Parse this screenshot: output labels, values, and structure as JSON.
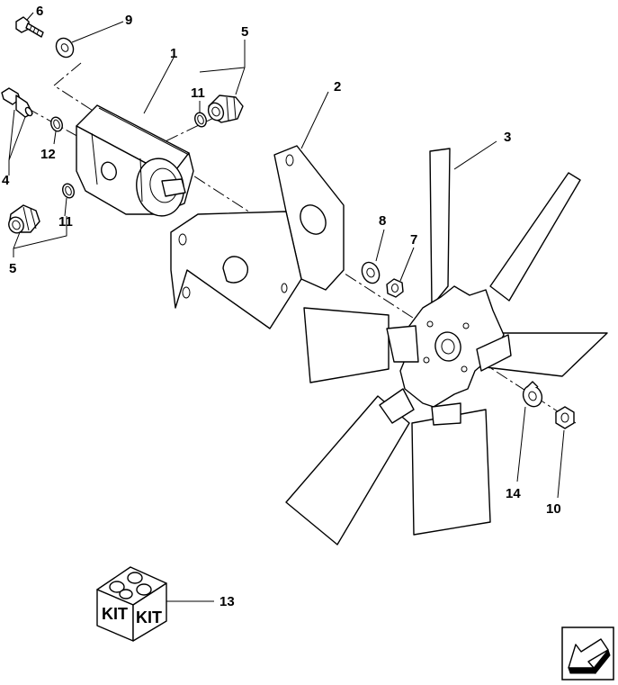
{
  "callouts": {
    "c1": "1",
    "c2": "2",
    "c3": "3",
    "c4": "4",
    "c5a": "5",
    "c5b": "5",
    "c6": "6",
    "c7": "7",
    "c8": "8",
    "c9": "9",
    "c10": "10",
    "c11a": "11",
    "c11b": "11",
    "c12": "12",
    "c13": "13",
    "c14": "14"
  },
  "kit": {
    "left_label": "KIT",
    "right_label": "KIT"
  },
  "icons": {
    "nav_arrow": "previous-page-arrow-icon"
  }
}
